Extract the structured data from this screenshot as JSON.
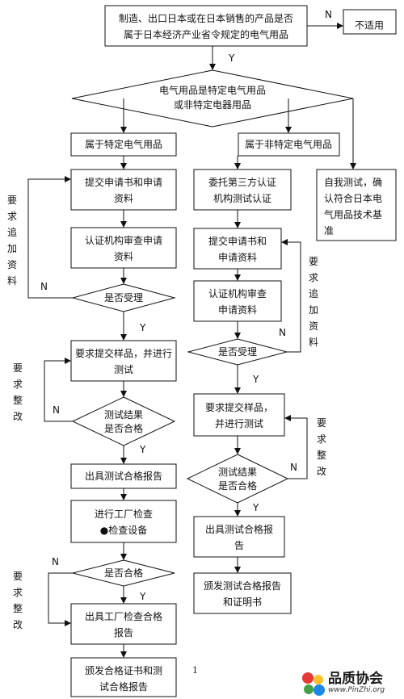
{
  "flowchart": {
    "start": [
      "制造、出口日本或在日本销售的产品是否",
      "属于日本经济产业省令规定的电气用品"
    ],
    "not_applicable": "不适用",
    "decision_type": [
      "电气用品是特定电气用品",
      "或非特定电器用品"
    ],
    "branch_specific": "属于特定电气用品",
    "branch_non_specific": "属于非特定电气用品",
    "left": {
      "submit": [
        "提交申请书和申请",
        "资料"
      ],
      "review": [
        "认证机构审查申请",
        "资料"
      ],
      "accept_decision": "是否受理",
      "sample_test": [
        "要求提交样品，并进行",
        "测试"
      ],
      "test_decision": [
        "测试结果",
        "是否合格"
      ],
      "test_report": "出具测试合格报告",
      "factory_check": [
        "进行工厂检查",
        "●检查设备"
      ],
      "factory_decision": "是否合格",
      "factory_report": [
        "出具工厂检查合格",
        "报告"
      ],
      "certificate": [
        "颁发合格证书和测",
        "试合格报告"
      ],
      "note_more_info": [
        "要",
        "求",
        "追",
        "加",
        "资",
        "料"
      ],
      "note_rectify_1": [
        "要",
        "求",
        "整",
        "改"
      ],
      "note_rectify_2": [
        "要",
        "求",
        "整",
        "改"
      ]
    },
    "middle": {
      "third_party": [
        "委托第三方认证",
        "机构测试认证"
      ],
      "submit": [
        "提交申请书和",
        "申请资料"
      ],
      "review": [
        "认证机构审查",
        "申请资料"
      ],
      "accept_decision": "是否受理",
      "sample_test": [
        "要求提交样品，",
        "并进行测试"
      ],
      "test_decision": [
        "测试结果",
        "是否合格"
      ],
      "test_report": [
        "出具测试合格报",
        "告"
      ],
      "certificate": [
        "颁发测试合格报告",
        "和证明书"
      ],
      "note_more_info": [
        "要",
        "求",
        "追",
        "加",
        "资",
        "料"
      ],
      "note_rectify": [
        "要",
        "求",
        "整",
        "改"
      ]
    },
    "right": {
      "self_test": [
        "自我测试，确",
        "认符合日本电",
        "气用品技术基",
        "准"
      ]
    },
    "labels": {
      "yes": "Y",
      "no": "N"
    }
  },
  "page_number": "1",
  "watermark": {
    "title": "品质协会",
    "url": "www.PinZhi.org"
  }
}
